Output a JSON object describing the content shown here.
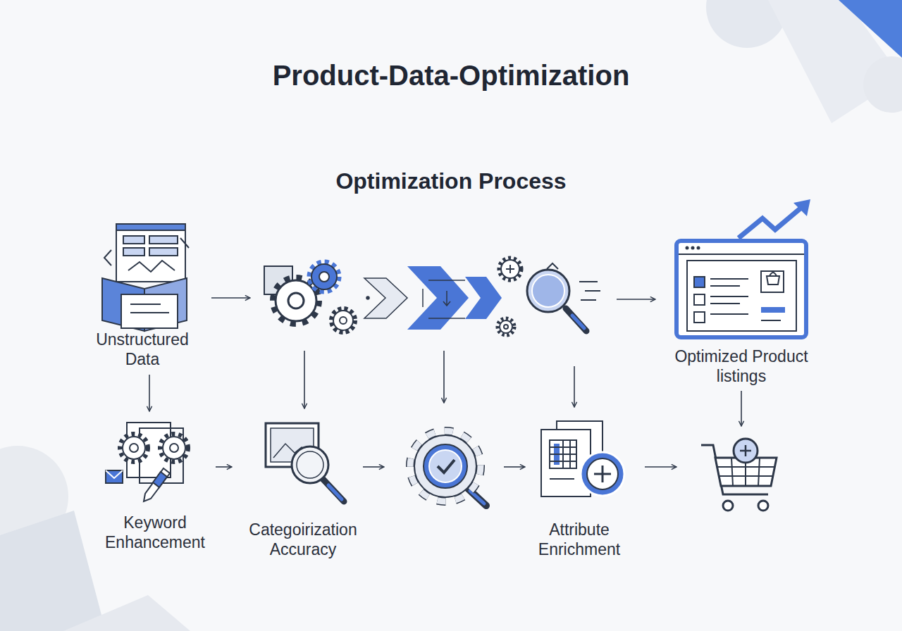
{
  "diagram": {
    "title": "Product-Data-Optimization",
    "nodes": [
      {
        "text": [
          "Unstructured Data"
        ]
      },
      {
        "text": [
          "Optimized Product listings"
        ]
      },
      {
        "text": [
          "Keyword Enhancement"
        ]
      },
      {
        "text": [
          "Categoirization Accuracy"
        ]
      },
      {
        "text": [
          "Attribute Enrichment"
        ]
      }
    ],
    "edges": [
      {
        "from": 0,
        "to": 2,
        "arrow": "to"
      },
      {
        "from": 2,
        "to": 3,
        "arrow": "to"
      }
    ],
    "labels": [
      "Optimization Process"
    ]
  }
}
